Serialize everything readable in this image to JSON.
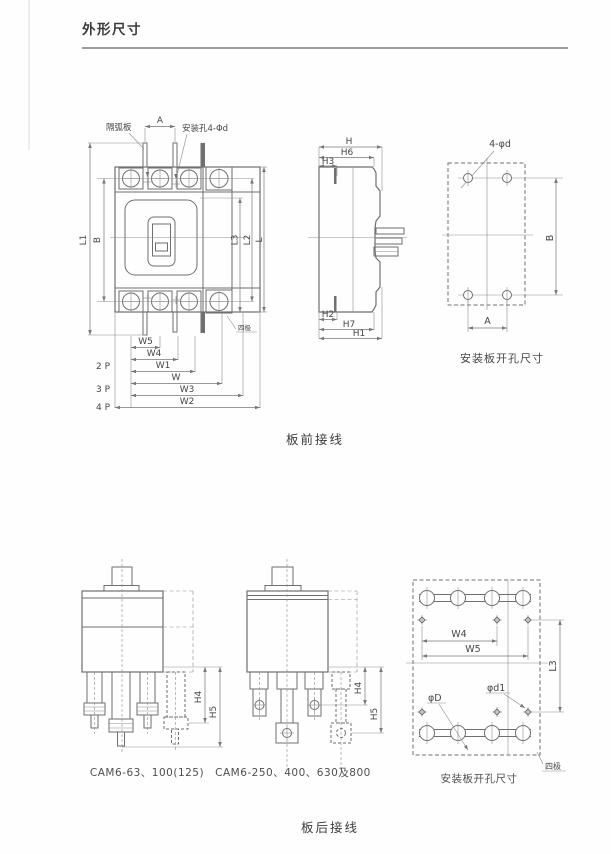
{
  "page": {
    "title": "外形尺寸"
  },
  "front": {
    "caption": "板前接线",
    "labels": {
      "arc_plate": "隔弧板",
      "a": "A",
      "mount_hole": "安装孔4-Φd",
      "l1": "L1",
      "b": "B",
      "l3": "L3",
      "l2": "L2",
      "l": "L",
      "w5": "W5",
      "w4": "W4",
      "w1": "W1",
      "w": "W",
      "w3": "W3",
      "w2": "W2",
      "p2": "2 P",
      "p3": "3 P",
      "p4": "4 P",
      "four_pole": "四极"
    }
  },
  "side": {
    "labels": {
      "h": "H",
      "h6": "H6",
      "h3": "H3",
      "h2": "H2",
      "h7": "H7",
      "h1": "H1"
    }
  },
  "plate_front": {
    "caption": "安装板开孔尺寸",
    "labels": {
      "holes": "4-φd",
      "b": "B",
      "a": "A"
    }
  },
  "rear": {
    "caption": "板后接线",
    "small": {
      "model": "CAM6-63、100(125)",
      "labels": {
        "h4": "H4",
        "h5": "H5"
      }
    },
    "large": {
      "model": "CAM6-250、400、630及800",
      "labels": {
        "h4": "H4",
        "h5": "H5"
      }
    }
  },
  "plate_rear": {
    "caption": "安装板开孔尺寸",
    "labels": {
      "w4": "W4",
      "w5": "W5",
      "l3": "L3",
      "phi_d": "φD",
      "phi_d1": "φd1",
      "four_pole": "四极"
    }
  }
}
